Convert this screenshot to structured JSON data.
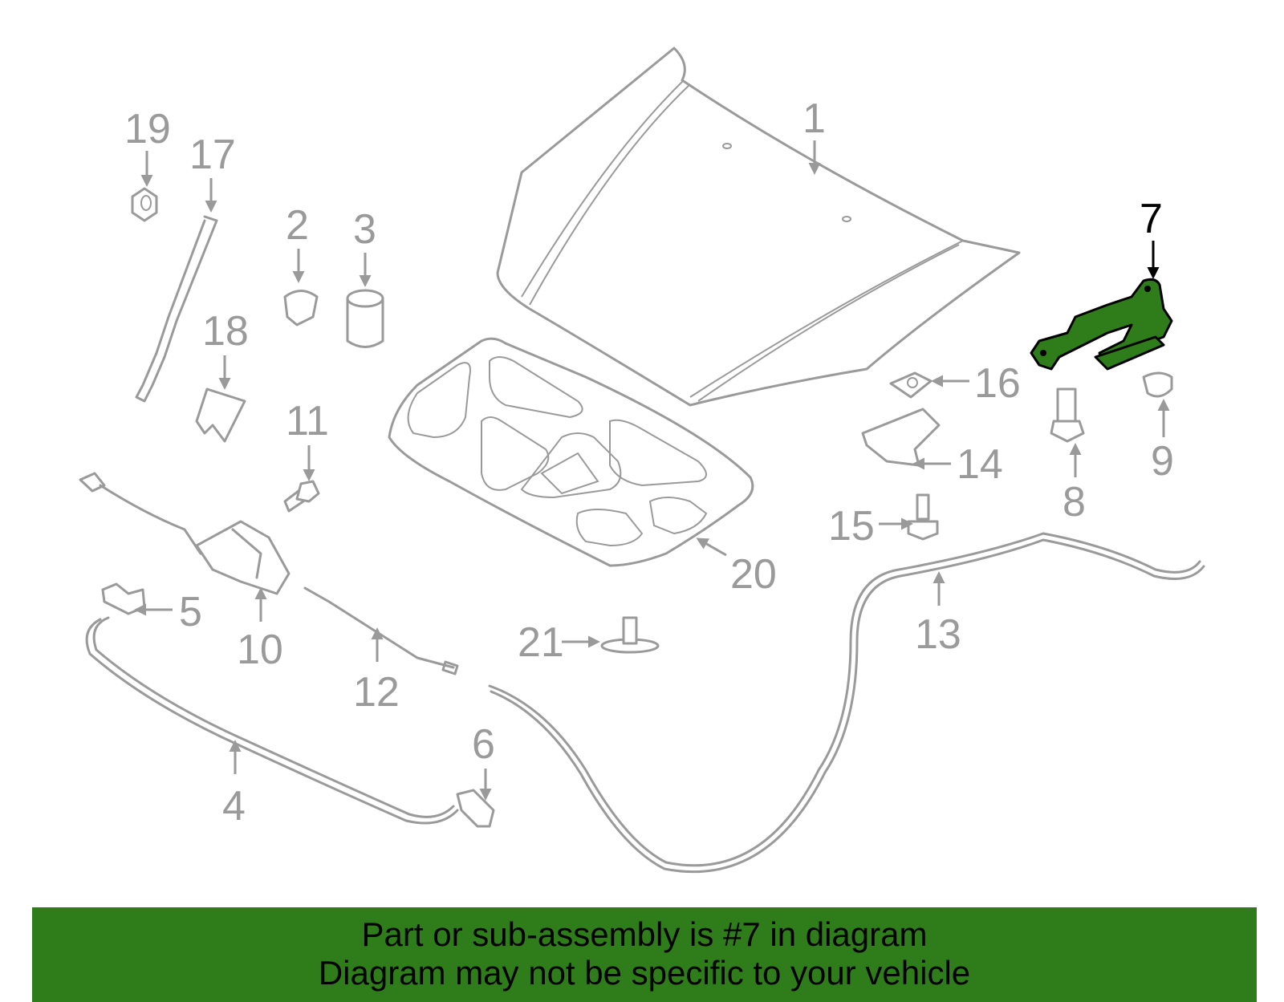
{
  "diagram": {
    "highlight_color": "#2e7d1a",
    "line_color": "#9a9a9a",
    "highlighted_part": "7",
    "callouts": {
      "c1": "1",
      "c2": "2",
      "c3": "3",
      "c4": "4",
      "c5": "5",
      "c6": "6",
      "c7": "7",
      "c8": "8",
      "c9": "9",
      "c10": "10",
      "c11": "11",
      "c12": "12",
      "c13": "13",
      "c14": "14",
      "c15": "15",
      "c16": "16",
      "c17": "17",
      "c18": "18",
      "c19": "19",
      "c20": "20",
      "c21": "21"
    }
  },
  "banner": {
    "line1": "Part or sub-assembly is #7 in diagram",
    "line2": "Diagram may not be specific to your vehicle"
  }
}
